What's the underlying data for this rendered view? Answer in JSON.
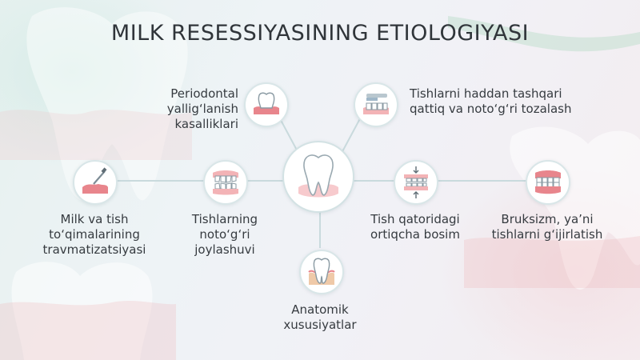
{
  "title": "MILK RESESSIYASINING ETIOLOGIYASI",
  "factors": {
    "periodontal": {
      "icon": "inflamed-gum-tooth-icon",
      "lines": [
        "Periodontal",
        "yallig‘lanish",
        "kasalliklari"
      ]
    },
    "brushing": {
      "icon": "toothbrush-teeth-icon",
      "lines": [
        "Tishlarni haddan tashqari",
        "qattiq va noto‘g‘ri tozalash"
      ]
    },
    "trauma": {
      "icon": "dental-instrument-gum-icon",
      "lines": [
        "Milk va tish",
        "to‘qimalarining",
        "travmatizatsiyasi"
      ]
    },
    "malposition": {
      "icon": "crooked-teeth-icon",
      "lines": [
        "Tishlarning",
        "noto‘g‘ri",
        "joylashuvi"
      ]
    },
    "pressure": {
      "icon": "teeth-pressure-arrows-icon",
      "lines": [
        "Tish qatoridagi",
        "ortiqcha bosim"
      ]
    },
    "bruxism": {
      "icon": "clenched-teeth-icon",
      "lines": [
        "Bruksizm, ya’ni",
        "tishlarni g‘ijirlatish"
      ]
    },
    "anatomic": {
      "icon": "tooth-in-gum-icon",
      "lines": [
        "Anatomik",
        "xususiyatlar"
      ]
    }
  },
  "center": {
    "icon": "central-tooth-icon"
  },
  "colors": {
    "line": "#c9dadd",
    "gum": "#e8858c",
    "gum_light": "#f3b3b6",
    "tooth": "#ffffff",
    "outline": "#8a9aa3"
  }
}
